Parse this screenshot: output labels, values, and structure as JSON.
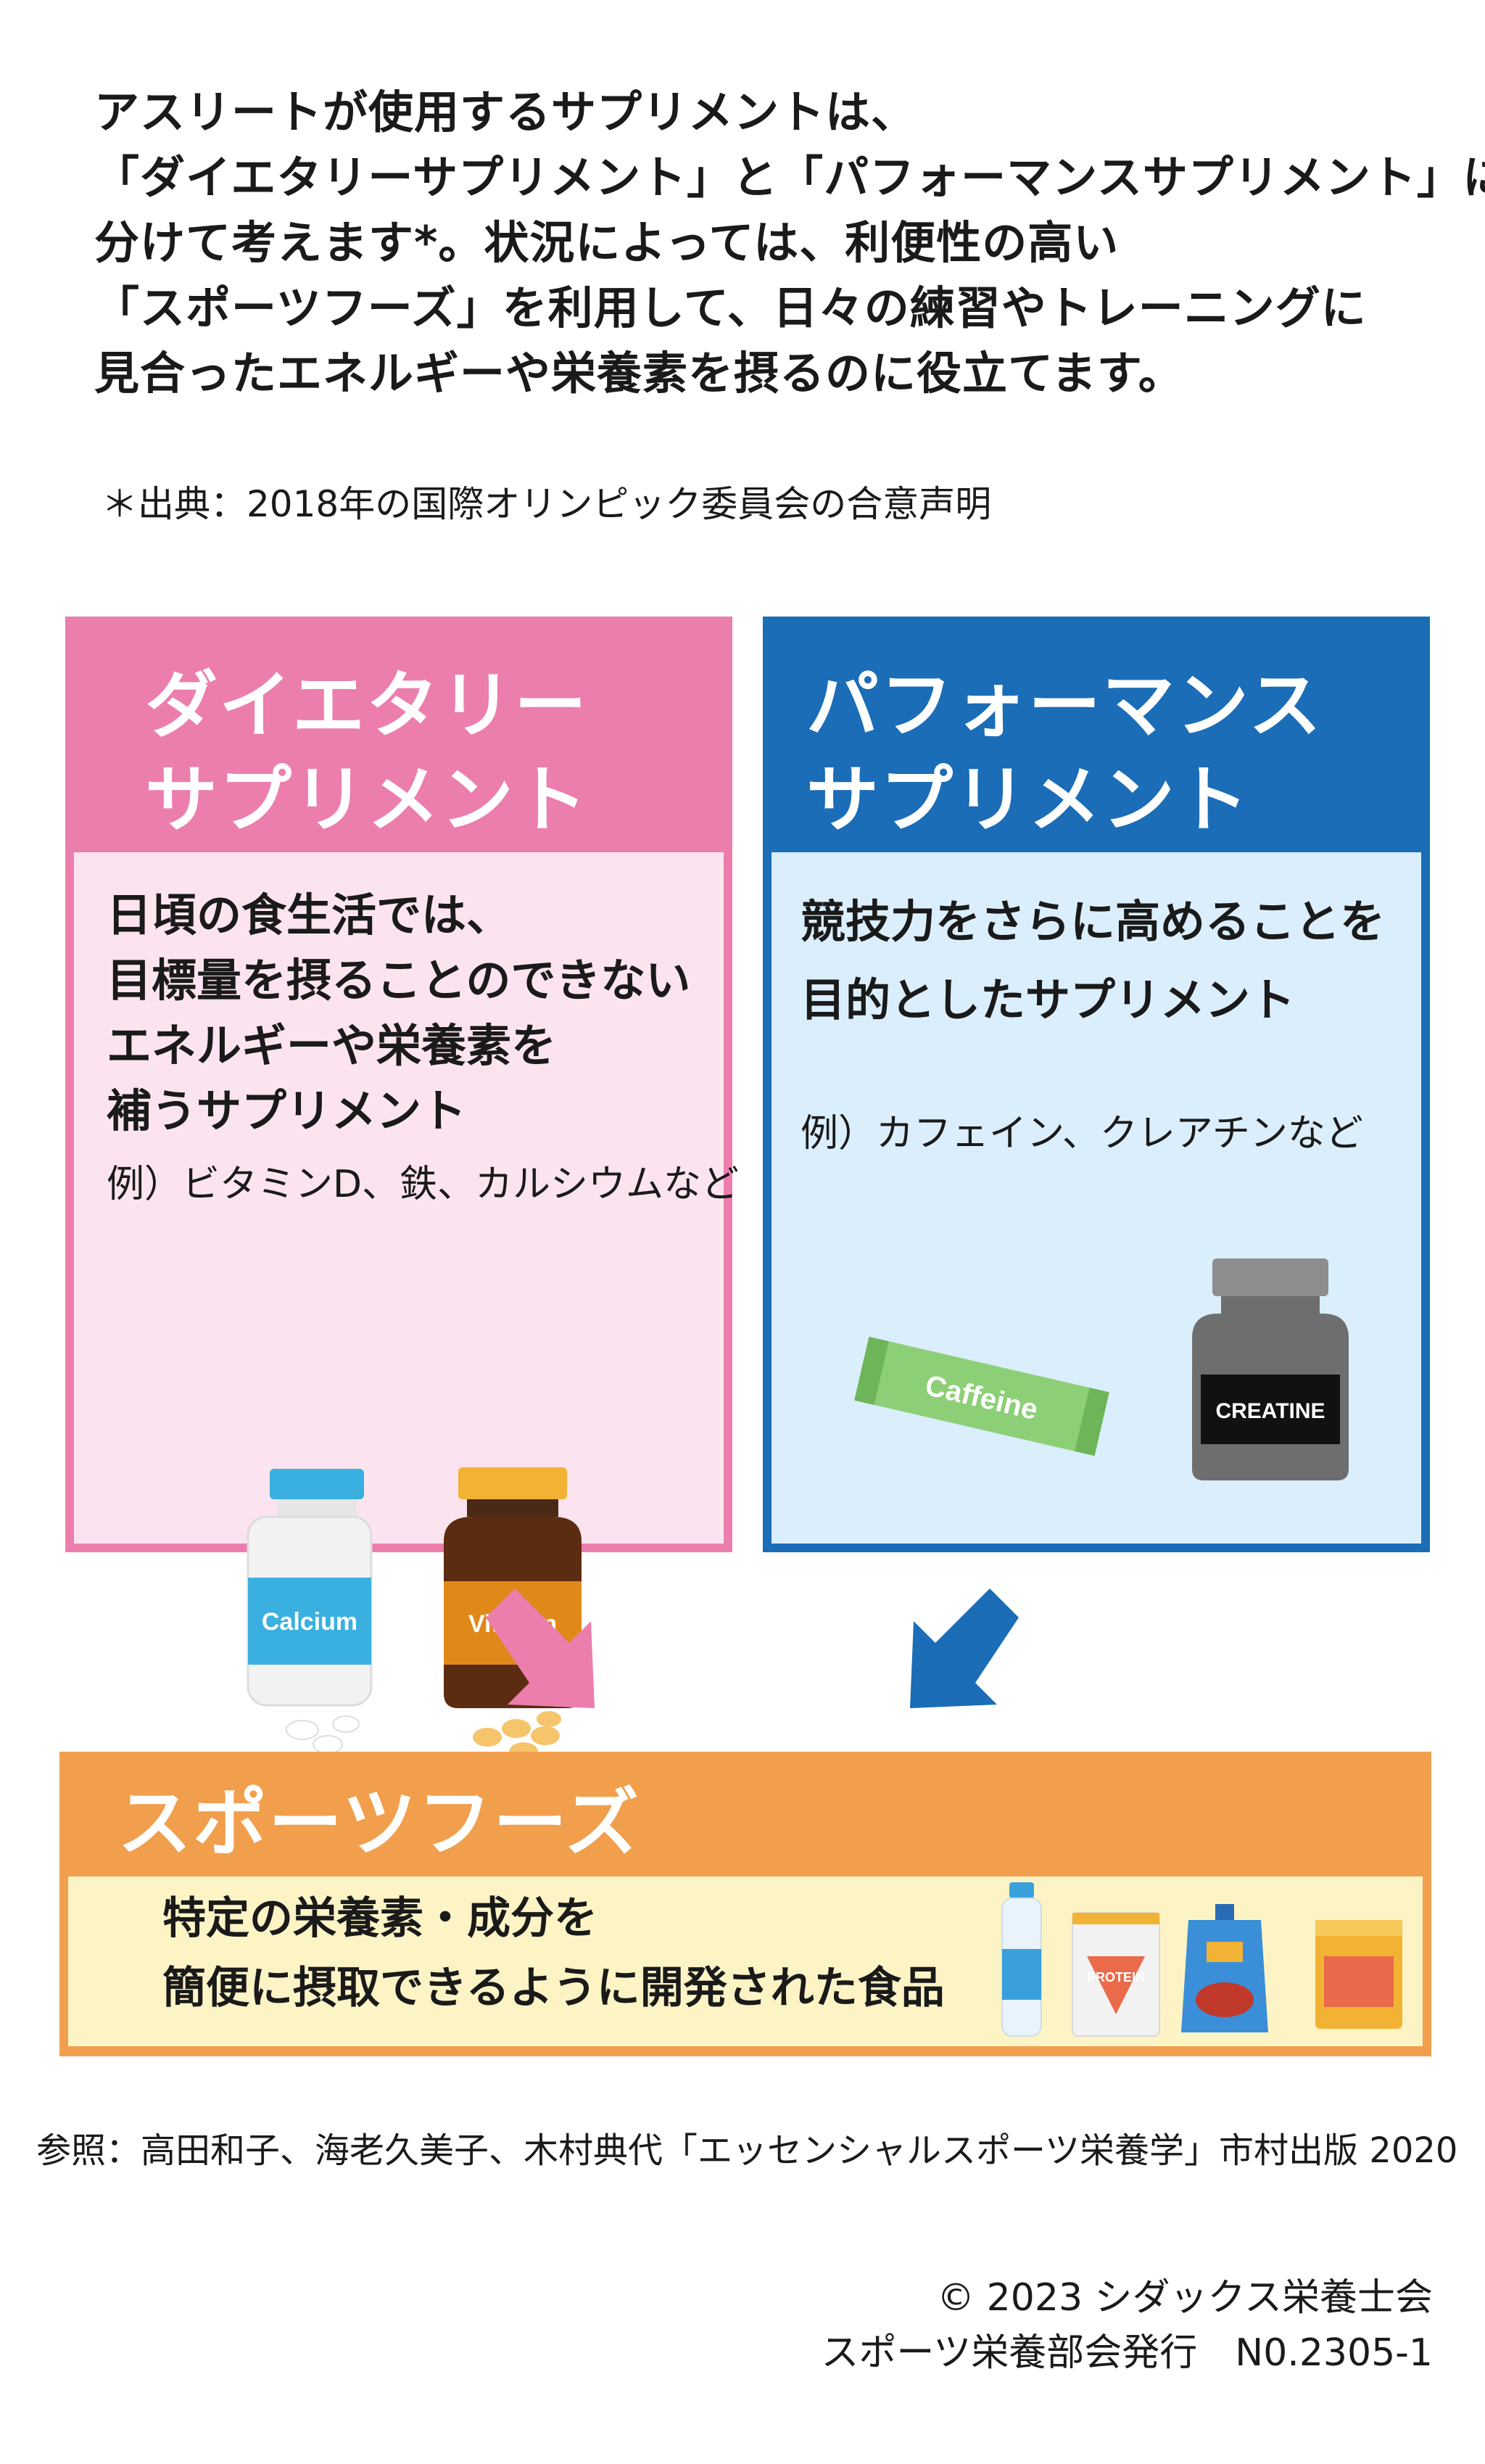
{
  "intro": {
    "lines": [
      "アスリートが使用するサプリメントは、",
      "「ダイエタリーサプリメント」と「パフォーマンスサプリメント」に",
      "分けて考えます*。状況によっては、利便性の高い",
      "「スポーツフーズ」を利用して、日々の練習やトレーニングに",
      "見合ったエネルギーや栄養素を摂るのに役立てます。"
    ],
    "note": "＊出典：2018年の国際オリンピック委員会の合意声明"
  },
  "dietary": {
    "title_lines": [
      "ダイエタリー",
      "サプリメント"
    ],
    "desc_lines": [
      "日頃の食生活では、",
      "目標量を摂ることのできない",
      "エネルギーや栄養素を",
      "補うサプリメント"
    ],
    "example": "例）ビタミンD、鉄、カルシウムなど",
    "bottle1_label": "Calcium",
    "bottle2_label": "Vitamin",
    "color": "#ec7eae"
  },
  "performance": {
    "title_lines": [
      "パフォーマンス",
      "サプリメント"
    ],
    "desc_lines": [
      "競技力をさらに高めることを",
      "目的としたサプリメント"
    ],
    "example": "例）カフェイン、クレアチンなど",
    "stick_label": "Caffeine",
    "jar_label": "CREATINE",
    "color": "#1a6db6"
  },
  "sports_foods": {
    "title": "スポーツフーズ",
    "desc_lines": [
      "特定の栄養素・成分を",
      "簡便に摂取できるように開発された食品"
    ],
    "protein_label": "PROTEIN",
    "color": "#f19f4c"
  },
  "reference": "参照：高田和子、海老久美子、木村典代「エッセンシャルスポーツ栄養学」市村出版 2020",
  "credit_lines": [
    "© 2023 シダックス栄養士会",
    "スポーツ栄養部会発行　N0.2305-1"
  ]
}
